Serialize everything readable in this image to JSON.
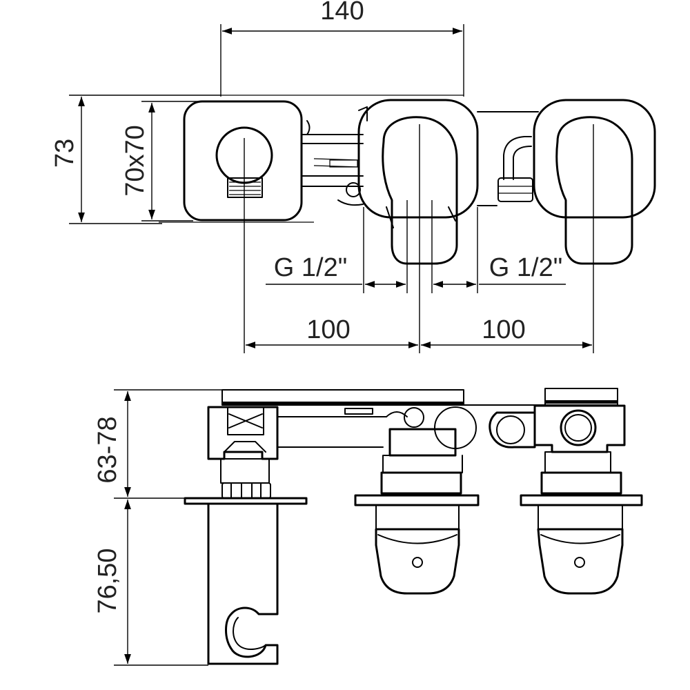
{
  "dimensions": {
    "width_140": "140",
    "height_73": "73",
    "plate_70x70": "70x70",
    "thread_left": "G 1/2\"",
    "thread_right": "G 1/2\"",
    "spacing_left": "100",
    "spacing_right": "100",
    "depth_range": "63-78",
    "holder_height": "76,50"
  }
}
